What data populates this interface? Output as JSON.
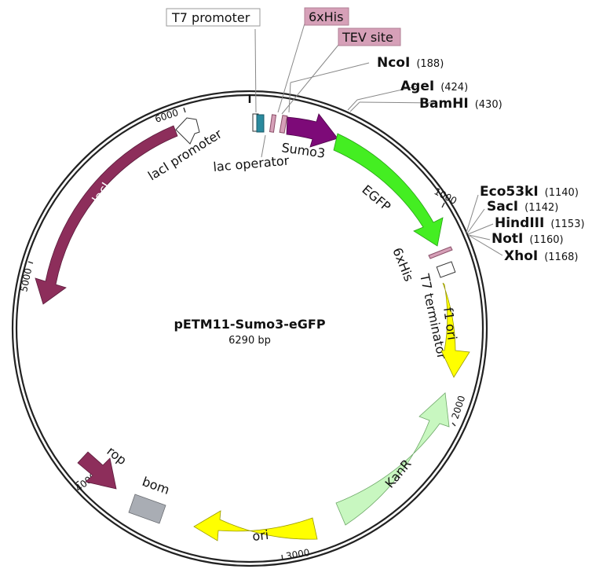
{
  "plasmid": {
    "name": "pETM11-Sumo3-eGFP",
    "size": "6290 bp"
  },
  "colors": {
    "lacI": "#8d2e5b",
    "lacI_promoter": "#ffffff",
    "lac_operator": "#2a8a9e",
    "tag": "#d6a0b8",
    "Sumo3": "#7d0a78",
    "EGFP": "#44ee22",
    "f1ori": "#ffff00",
    "KanR": "#c8f7c0",
    "ori": "#ffff00",
    "rop": "#8d2e5b",
    "bom": "#a9adb4"
  },
  "ticks": {
    "t1000": "1000",
    "t2000": "2000",
    "t3000": "3000",
    "t4000": "4000",
    "t5000": "5000",
    "t6000": "6000"
  },
  "features": {
    "t7_promoter": "T7 promoter",
    "his_top": "6xHis",
    "tev": "TEV site",
    "sumo3": "Sumo3",
    "lac_operator": "lac operator",
    "laci_promoter": "lacI promoter",
    "laci": "lacI",
    "egfp": "EGFP",
    "his_bottom": "6xHis",
    "t7_terminator": "T7 terminator",
    "f1_ori": "f1 ori",
    "kanr": "KanR",
    "ori": "ori",
    "rop": "rop",
    "bom": "bom"
  },
  "enzymes": [
    {
      "name": "NcoI",
      "pos": "(188)"
    },
    {
      "name": "AgeI",
      "pos": "(424)"
    },
    {
      "name": "BamHI",
      "pos": "(430)"
    },
    {
      "name": "Eco53kI",
      "pos": "(1140)"
    },
    {
      "name": "SacI",
      "pos": "(1142)"
    },
    {
      "name": "HindIII",
      "pos": "(1153)"
    },
    {
      "name": "NotI",
      "pos": "(1160)"
    },
    {
      "name": "XhoI",
      "pos": "(1168)"
    }
  ]
}
